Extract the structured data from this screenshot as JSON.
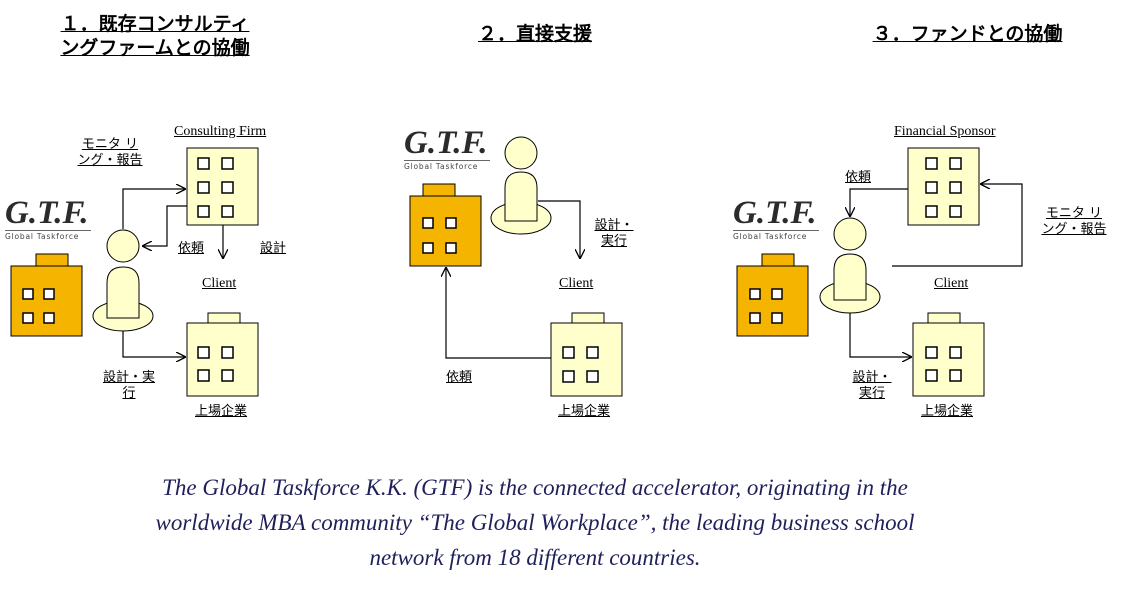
{
  "sections": [
    {
      "heading_line1": "１．既存コンサルティ",
      "heading_line2": "ングファームとの協働"
    },
    {
      "heading_line1": "２．直接支援",
      "heading_line2": ""
    },
    {
      "heading_line1": "３．ファンドとの協働",
      "heading_line2": ""
    }
  ],
  "logo": {
    "main": "G.T.F.",
    "sub": "Global Taskforce"
  },
  "panel1": {
    "consulting_firm": "Consulting Firm",
    "monitoring_line1": "モニタ リ",
    "monitoring_line2": "ング・報告",
    "request": "依頼",
    "design": "設計",
    "client": "Client",
    "design_exec_line1": "設計・実",
    "design_exec_line2": "行",
    "listed": "上場企業"
  },
  "panel2": {
    "design_exec_line1": "設計・",
    "design_exec_line2": "実行",
    "client": "Client",
    "request": "依頼",
    "listed": "上場企業"
  },
  "panel3": {
    "financial_sponsor": "Financial Sponsor",
    "request": "依頼",
    "monitoring_line1": "モニタ リ",
    "monitoring_line2": "ング・報告",
    "client": "Client",
    "design_exec_line1": "設計・",
    "design_exec_line2": "実行",
    "listed": "上場企業"
  },
  "caption": {
    "line1": "The Global Taskforce K.K. (GTF) is the connected accelerator, originating in the",
    "line2": "worldwide MBA community “The Global Workplace”, the leading business school",
    "line3": "network from 18 different countries."
  },
  "colors": {
    "orange": "#f5b400",
    "cream": "#ffffcc",
    "caption": "#1f1f5a"
  }
}
